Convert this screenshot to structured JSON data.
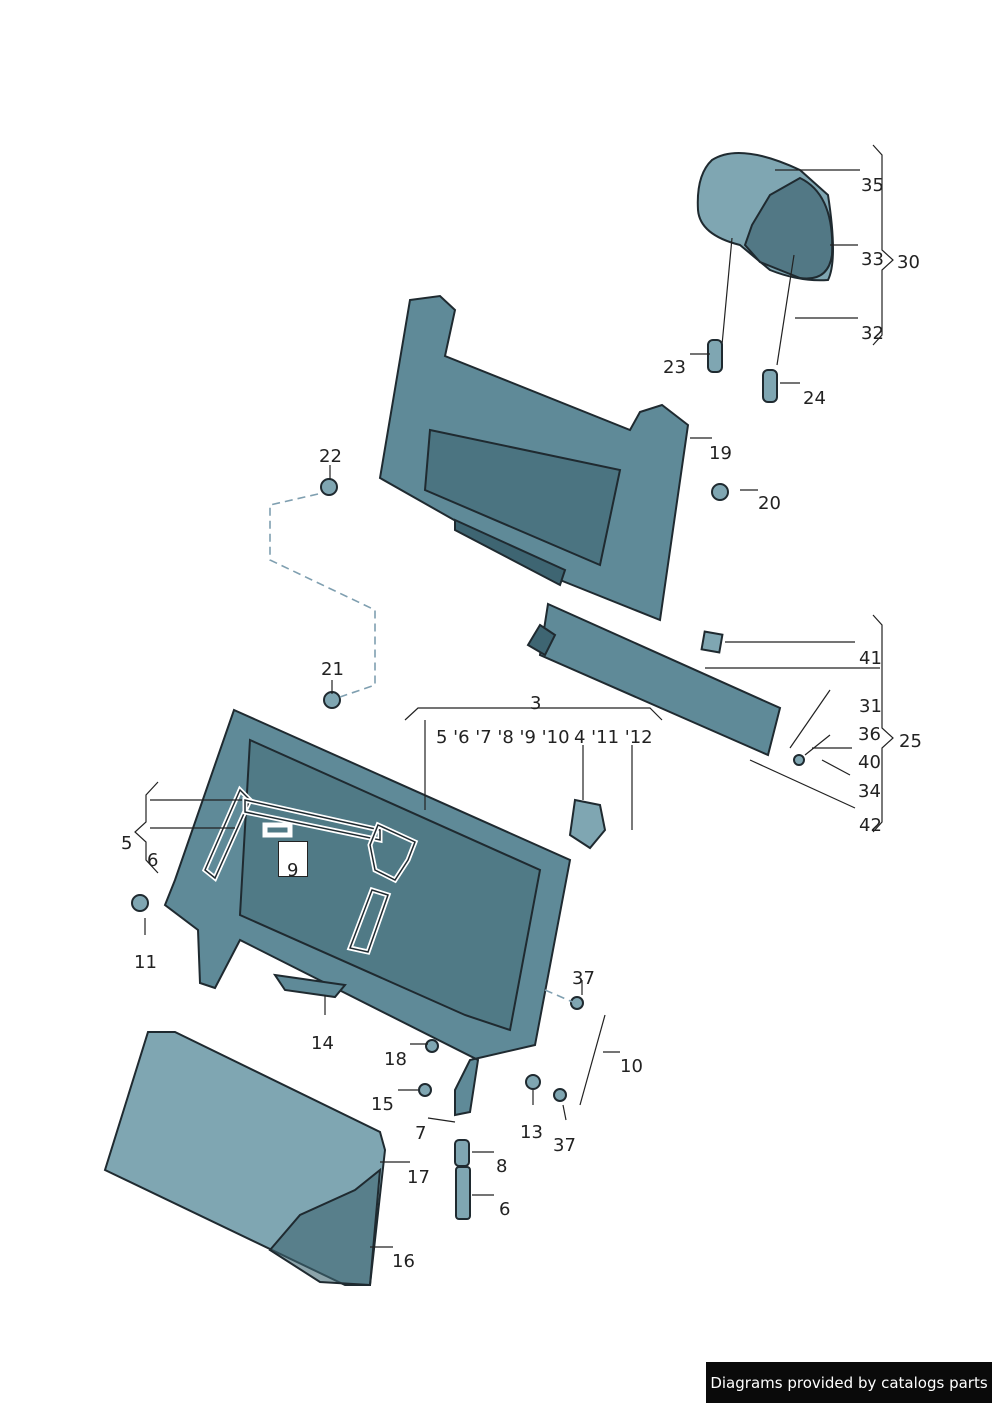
{
  "diagram": {
    "labels": [
      {
        "id": "35",
        "text": "35"
      },
      {
        "id": "33",
        "text": "33"
      },
      {
        "id": "30",
        "text": "30"
      },
      {
        "id": "32",
        "text": "32"
      },
      {
        "id": "23",
        "text": "23"
      },
      {
        "id": "24",
        "text": "24"
      },
      {
        "id": "19",
        "text": "19"
      },
      {
        "id": "22",
        "text": "22"
      },
      {
        "id": "20",
        "text": "20"
      },
      {
        "id": "21",
        "text": "21"
      },
      {
        "id": "41",
        "text": "41"
      },
      {
        "id": "3",
        "text": "3"
      },
      {
        "id": "group-3a",
        "text": "5 '6 '7 '8 '9 '10"
      },
      {
        "id": "group-3b",
        "text": "4 '11 '12"
      },
      {
        "id": "31",
        "text": "31"
      },
      {
        "id": "36",
        "text": "36"
      },
      {
        "id": "25",
        "text": "25"
      },
      {
        "id": "40",
        "text": "40"
      },
      {
        "id": "34",
        "text": "34"
      },
      {
        "id": "42",
        "text": "42"
      },
      {
        "id": "5",
        "text": "5"
      },
      {
        "id": "6a",
        "text": "6"
      },
      {
        "id": "9",
        "text": "9"
      },
      {
        "id": "11",
        "text": "11"
      },
      {
        "id": "37a",
        "text": "37"
      },
      {
        "id": "14",
        "text": "14"
      },
      {
        "id": "18",
        "text": "18"
      },
      {
        "id": "10",
        "text": "10"
      },
      {
        "id": "15",
        "text": "15"
      },
      {
        "id": "13",
        "text": "13"
      },
      {
        "id": "37b",
        "text": "37"
      },
      {
        "id": "7",
        "text": "7"
      },
      {
        "id": "8",
        "text": "8"
      },
      {
        "id": "17",
        "text": "17"
      },
      {
        "id": "6b",
        "text": "6"
      },
      {
        "id": "16",
        "text": "16"
      }
    ]
  },
  "footer": {
    "banner_text": "Diagrams provided by catalogs parts"
  },
  "colors": {
    "part": "#5f8a98",
    "outline": "#1f2a30",
    "banner_bg": "#0a0a0a",
    "banner_text": "#ffffff"
  }
}
